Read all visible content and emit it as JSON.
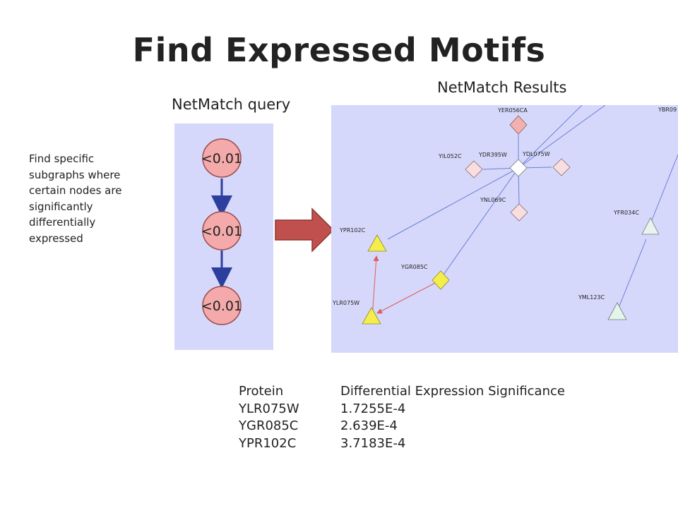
{
  "title": "Find Expressed Motifs",
  "query_label": "NetMatch query",
  "results_label": "NetMatch Results",
  "description": "Find specific subgraphs where certain nodes are significantly differentially expressed",
  "query_nodes": [
    "<0.01",
    "<0.01",
    "<0.01"
  ],
  "result_nodes": {
    "YER056CA": "YER056CA",
    "YBR09": "YBR09",
    "YIL052C": "YIL052C",
    "YDR395W": "YDR395W",
    "YDL075W": "YDL075W",
    "YNL069C": "YNL069C",
    "YFR034C": "YFR034C",
    "YPR102C": "YPR102C",
    "YGR085C": "YGR085C",
    "YLR075W": "YLR075W",
    "YML123C": "YML123C"
  },
  "table": {
    "header": [
      "Protein",
      "Differential Expression Significance"
    ],
    "rows": [
      [
        "YLR075W",
        "1.7255E-4"
      ],
      [
        "YGR085C",
        "2.639E-4"
      ],
      [
        "YPR102C",
        "3.7183E-4"
      ]
    ]
  },
  "colors": {
    "panel": "#d6d8fb",
    "query_node": "#f4aaaa",
    "query_edge": "#2d3f9e",
    "arrow": "#c0504d",
    "blue_edge": "#6a7fd6",
    "red_edge": "#e05a5a",
    "yellow_node": "#f5ee4a",
    "pink_node": "#f2b0b0",
    "light_pink_node": "#f8dede",
    "mint_node": "#e2f4ec"
  }
}
